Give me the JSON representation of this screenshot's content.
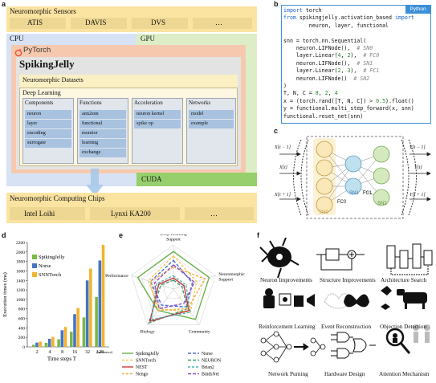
{
  "panel_labels": {
    "a": "a",
    "b": "b",
    "c": "c",
    "d": "d",
    "e": "e",
    "f": "f"
  },
  "a": {
    "sensors_title": "Neuromorphic Sensors",
    "sensors": [
      "ATIS",
      "DAVIS",
      "DVS",
      "…"
    ],
    "cpu": "CPU",
    "gpu": "GPU",
    "pytorch": "PyTorch",
    "spikingjelly": "SpikingJelly",
    "datasets": "Neuromorphic Datasets",
    "deep_learning": "Deep Learning",
    "columns": [
      {
        "title": "Components",
        "items": [
          "neuron",
          "layer",
          "encoding",
          "surrogate"
        ]
      },
      {
        "title": "Functions",
        "items": [
          "ann2snn",
          "functional",
          "monitor",
          "learning",
          "exchange"
        ]
      },
      {
        "title": "Acceleration",
        "items": [
          "neuron kernel",
          "spike op"
        ]
      },
      {
        "title": "Networks",
        "items": [
          "model",
          "example"
        ]
      }
    ],
    "cuda": "CUDA",
    "chips_title": "Neuromorphic Computing Chips",
    "chips": [
      "Intel Loihi",
      "Lynxi KA200",
      "…"
    ],
    "colors": {
      "sensors": "#fbe3a2",
      "cpu": "#d7e3f5",
      "gpu": "#ddeec7",
      "pytorch": "#f6c9ae",
      "sj": "#e3e3e3",
      "cuda": "#96cf6c",
      "chips": "#fbe3a2"
    }
  },
  "b": {
    "tag": "Python",
    "lines": [
      [
        {
          "c": "kw",
          "t": "import"
        },
        {
          "c": "",
          "t": " torch"
        }
      ],
      [
        {
          "c": "kw",
          "t": "from"
        },
        {
          "c": "",
          "t": " spikingjelly.activation_based "
        },
        {
          "c": "kw",
          "t": "import"
        }
      ],
      [
        {
          "c": "",
          "t": "        neuron, layer, functional"
        }
      ],
      [
        {
          "c": "",
          "t": ""
        }
      ],
      [
        {
          "c": "",
          "t": "snn = torch.nn.Sequential("
        }
      ],
      [
        {
          "c": "",
          "t": "    neuron.LIFNode(),  "
        },
        {
          "c": "cm",
          "t": "# SN0"
        }
      ],
      [
        {
          "c": "",
          "t": "    layer.Linear("
        },
        {
          "c": "nm",
          "t": "4"
        },
        {
          "c": "",
          "t": ", "
        },
        {
          "c": "nm",
          "t": "2"
        },
        {
          "c": "",
          "t": "),  "
        },
        {
          "c": "cm",
          "t": "# FC0"
        }
      ],
      [
        {
          "c": "",
          "t": "    neuron.LIFNode(),  "
        },
        {
          "c": "cm",
          "t": "# SN1"
        }
      ],
      [
        {
          "c": "",
          "t": "    layer.Linear("
        },
        {
          "c": "nm",
          "t": "2"
        },
        {
          "c": "",
          "t": ", "
        },
        {
          "c": "nm",
          "t": "3"
        },
        {
          "c": "",
          "t": "),  "
        },
        {
          "c": "cm",
          "t": "# FC1"
        }
      ],
      [
        {
          "c": "",
          "t": "    neuron.LIFNode()  "
        },
        {
          "c": "cm",
          "t": "# SN2"
        }
      ],
      [
        {
          "c": "",
          "t": ")"
        }
      ],
      [
        {
          "c": "",
          "t": "T, N, C = "
        },
        {
          "c": "nm",
          "t": "8"
        },
        {
          "c": "",
          "t": ", "
        },
        {
          "c": "nm",
          "t": "2"
        },
        {
          "c": "",
          "t": ", "
        },
        {
          "c": "nm",
          "t": "4"
        }
      ],
      [
        {
          "c": "",
          "t": "x = (torch.rand([T, N, C]) > "
        },
        {
          "c": "nm",
          "t": "0.5"
        },
        {
          "c": "",
          "t": ").float()"
        }
      ],
      [
        {
          "c": "",
          "t": "y = functional.multi_step_forward(x, snn)"
        }
      ],
      [
        {
          "c": "",
          "t": "functional.reset_net(snn)"
        }
      ]
    ]
  },
  "c": {
    "left_inputs": [
      "X[t − 1]",
      "X[t]",
      "X[t + 1]"
    ],
    "right_outputs": [
      "Y[t − 1]",
      "Y[t]",
      "Y[t + 1]"
    ],
    "layer_labels": [
      "SN0",
      "FC0",
      "SN1",
      "FC1",
      "SN2"
    ]
  },
  "d": {
    "chart_data": {
      "type": "bar",
      "categories": [
        "2",
        "4",
        "8",
        "16",
        "32",
        "128"
      ],
      "x_note": "(inference)",
      "series": [
        {
          "name": "SpikingJelly",
          "values": [
            45,
            85,
            160,
            320,
            620,
            1050
          ]
        },
        {
          "name": "Norse",
          "values": [
            90,
            170,
            350,
            690,
            1400,
            1820
          ]
        },
        {
          "name": "SNNTorch",
          "values": [
            110,
            210,
            420,
            820,
            1650,
            2150
          ]
        }
      ],
      "colors": [
        "#7bb843",
        "#4474c4",
        "#f2b42c"
      ],
      "ylim": [
        0,
        2200
      ],
      "yticks": [
        0,
        200,
        400,
        600,
        800,
        1000,
        1200,
        1400,
        1600,
        1800,
        2000,
        2200
      ],
      "xlabel": "Time steps T",
      "ylabel": "Execution times (ms)"
    }
  },
  "e": {
    "chart_data": {
      "type": "radar",
      "axes": [
        "Deep Learning Support",
        "Neuromorphic Support",
        "Community",
        "Biology",
        "Performance"
      ],
      "series": [
        {
          "name": "SpikingJelly",
          "values": [
            0.85,
            0.85,
            0.85,
            0.6,
            0.85
          ]
        },
        {
          "name": "Norse",
          "values": [
            0.65,
            0.45,
            0.5,
            0.45,
            0.55
          ]
        },
        {
          "name": "SNNTorch",
          "values": [
            0.75,
            0.55,
            0.65,
            0.55,
            0.6
          ]
        },
        {
          "name": "NEURON",
          "values": [
            0.2,
            0.2,
            0.55,
            0.95,
            0.3
          ]
        },
        {
          "name": "NEST",
          "values": [
            0.25,
            0.25,
            0.6,
            0.9,
            0.35
          ]
        },
        {
          "name": "Brian2",
          "values": [
            0.3,
            0.3,
            0.65,
            0.85,
            0.4
          ]
        },
        {
          "name": "Nengo",
          "values": [
            0.5,
            0.75,
            0.55,
            0.6,
            0.55
          ]
        },
        {
          "name": "BindsNet",
          "values": [
            0.55,
            0.5,
            0.4,
            0.55,
            0.45
          ]
        }
      ],
      "colors": [
        "#6ab04c",
        "#4a6fd0",
        "#f7c84a",
        "#3c9c70",
        "#c43b3b",
        "#4ab3b8",
        "#f2a93b",
        "#8a4fc0"
      ]
    }
  },
  "f": {
    "items": [
      "Neuron Improvements",
      "Structure Improvements",
      "Architecture Search",
      "Reinforcement Learning",
      "Event Reconstruction",
      "Objection Detection",
      "Network Purning",
      "Hardware Design",
      "Attention Mechanism"
    ]
  }
}
